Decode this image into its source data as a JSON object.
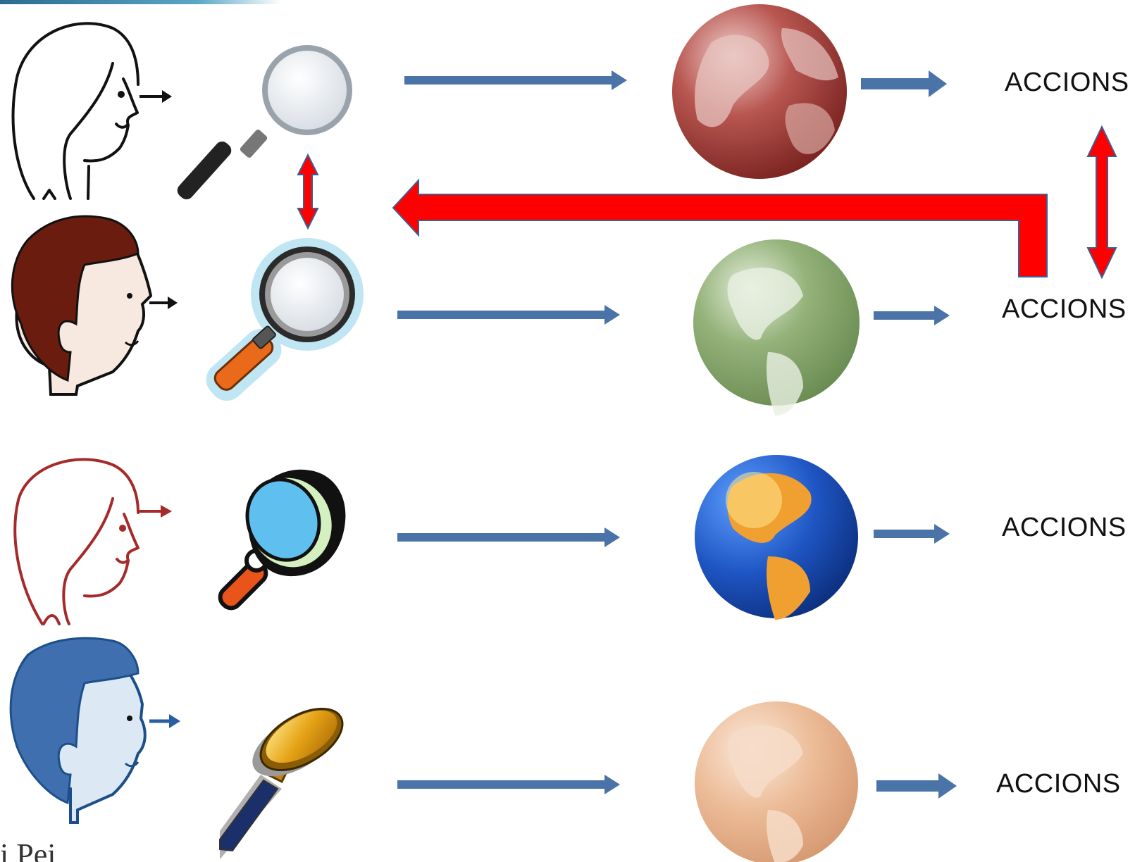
{
  "rows": [
    {
      "id": 1,
      "action_label": "ACCIONS",
      "person": "woman-outline-black",
      "lens": "magnifier-classic",
      "globe": "globe-red"
    },
    {
      "id": 2,
      "action_label": "ACCIONS",
      "person": "man-brown-hair",
      "lens": "magnifier-orange-handle",
      "globe": "globe-green"
    },
    {
      "id": 3,
      "action_label": "ACCIONS",
      "person": "woman-outline-red",
      "lens": "magnifier-blue-cartoon",
      "globe": "globe-blue"
    },
    {
      "id": 4,
      "action_label": "ACCIONS",
      "person": "man-blue",
      "lens": "magnifier-gold",
      "globe": "globe-peach"
    }
  ],
  "footer_text": "i Pei",
  "colors": {
    "flow_arrow": "#4a73a8",
    "feedback_arrow": "#ff0000",
    "feedback_arrow_outline": "#3a5f96",
    "globe_red": "#a33a36",
    "globe_green": "#8aa870",
    "globe_blue": "#1f56c4",
    "globe_peach": "#e8b48e"
  }
}
